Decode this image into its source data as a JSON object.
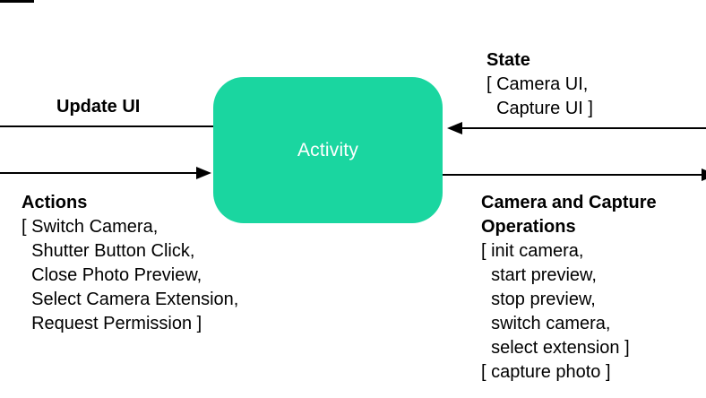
{
  "canvas": {
    "background": "#FFFFFF"
  },
  "activity_box": {
    "label": "Activity",
    "fill": "#1AD6A0",
    "text_color": "#FFFFFF"
  },
  "update_ui": {
    "title": "Update UI"
  },
  "actions": {
    "title": "Actions",
    "lines": [
      "[ Switch Camera,",
      "  Shutter Button Click,",
      "  Close Photo Preview,",
      "  Select Camera Extension,",
      "  Request Permission ]"
    ]
  },
  "state": {
    "title": "State",
    "lines": [
      "[ Camera UI,",
      "  Capture UI ]"
    ]
  },
  "camera_ops": {
    "title": "Camera and Capture Operations",
    "lines": [
      "[ init camera,",
      "  start preview,",
      "  stop preview,",
      "  switch camera,",
      "  select extension ]",
      "[ capture photo ]"
    ]
  },
  "arrows": {
    "color": "#000000",
    "update_ui_direction": "left-out-of-activity",
    "actions_direction": "right-into-activity",
    "state_direction": "left-into-activity",
    "camera_ops_direction": "right-out-of-activity"
  }
}
